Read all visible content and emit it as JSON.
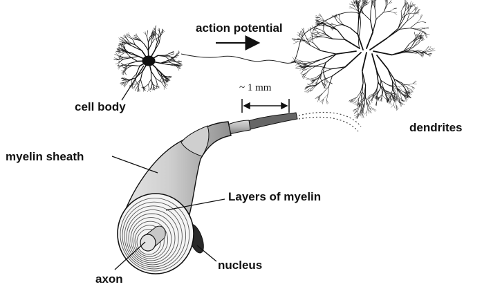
{
  "labels": {
    "action_potential": "action potential",
    "cell_body": "cell body",
    "dendrites": "dendrites",
    "myelin_sheath": "myelin sheath",
    "layers_of_myelin": "Layers of myelin",
    "nucleus": "nucleus",
    "axon": "axon",
    "scale": "~ 1 mm"
  },
  "colors": {
    "ink": "#111111",
    "sheath_fill": "#cfcfcf",
    "sheath_dark": "#9a9a9a",
    "background": "#ffffff"
  }
}
